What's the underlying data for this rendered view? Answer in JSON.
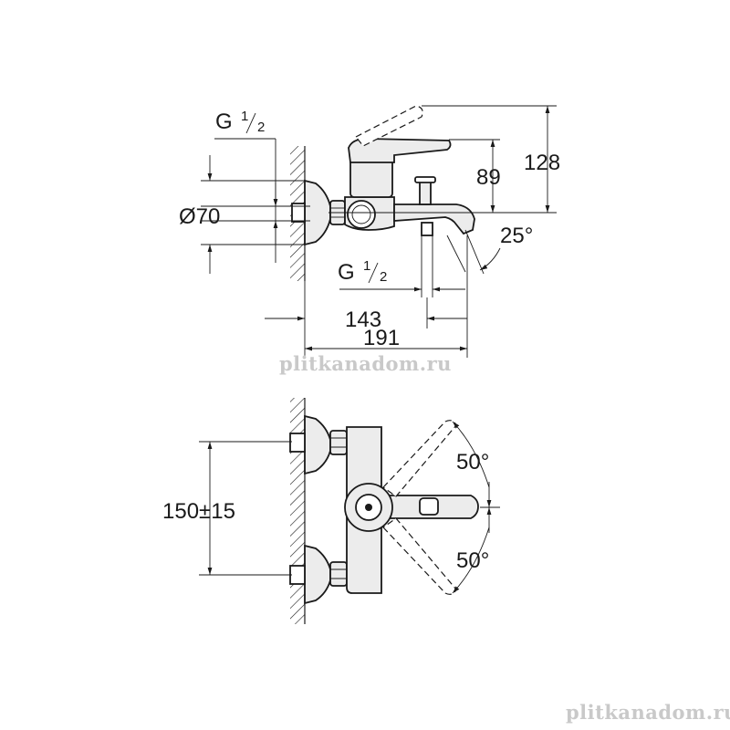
{
  "side_view": {
    "label_thread_top": {
      "main": "G",
      "num": "1",
      "den": "2"
    },
    "label_diameter": "Ø70",
    "label_height_lever": "128",
    "label_height_spout": "89",
    "label_spout_angle": "25°",
    "label_thread_spout": {
      "main": "G",
      "num": "1",
      "den": "2"
    },
    "label_depth_spout": "143",
    "label_depth_total": "191"
  },
  "front_view": {
    "label_spacing": "150±15",
    "label_angle_up": "50°",
    "label_angle_down": "50°"
  },
  "watermark": {
    "text_mid": "plitkanadom.ru",
    "text_bottom": "plitkanadom.ru"
  }
}
